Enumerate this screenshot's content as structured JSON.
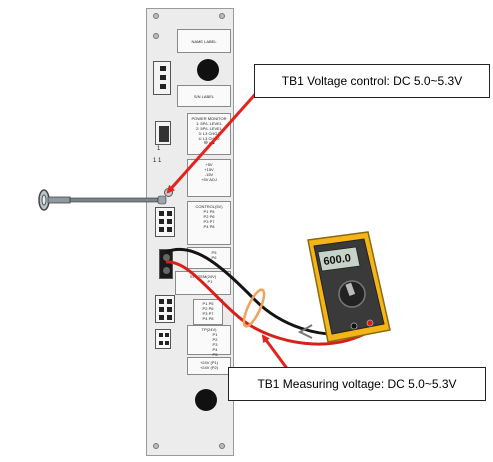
{
  "callouts": {
    "voltage_control": "TB1 Voltage control: DC 5.0~5.3V",
    "measuring_voltage": "TB1 Measuring voltage: DC 5.0~5.3V"
  },
  "panel": {
    "name_label": "NAME LABEL",
    "sn_label": "S/N LABEL",
    "power_monitor": {
      "title": "POWER MONITOR",
      "lines": [
        "1: 5P/L LEVEL",
        "2: 5P/L LEVEL",
        "3: L3 CHG1",
        "4: L3 CHG2"
      ]
    },
    "voltages": [
      "+5V",
      "+15V",
      "-15V",
      "+5V ADJ"
    ],
    "control": {
      "title": "CONTROL(5V)",
      "pins": [
        "P1",
        "P2",
        "P3",
        "P4",
        "P5",
        "P6",
        "P7",
        "P8"
      ]
    },
    "p_labels": [
      "P5",
      "P6"
    ],
    "system": {
      "title": "SYSTEM(24V)",
      "pin": "P1"
    },
    "pins_group_b": [
      "P1",
      "P2",
      "P3",
      "P4",
      "P5",
      "P6",
      "P7",
      "P8"
    ],
    "tp": {
      "title": "TP(24V)",
      "pins": [
        "P1",
        "P2",
        "P3",
        "P4",
        "P5"
      ]
    },
    "outputs": [
      "+24V (P1)",
      "+24V (P2)"
    ],
    "marks": [
      "1",
      "1 1"
    ]
  },
  "multimeter": {
    "display": "600.0"
  },
  "colors": {
    "arrow": "#e3231c",
    "probe_red": "#d8201a",
    "probe_black": "#141414",
    "meter_body": "#f5b517",
    "meter_face": "#3a3a3a",
    "highlight_ring": "#f2a25a"
  }
}
